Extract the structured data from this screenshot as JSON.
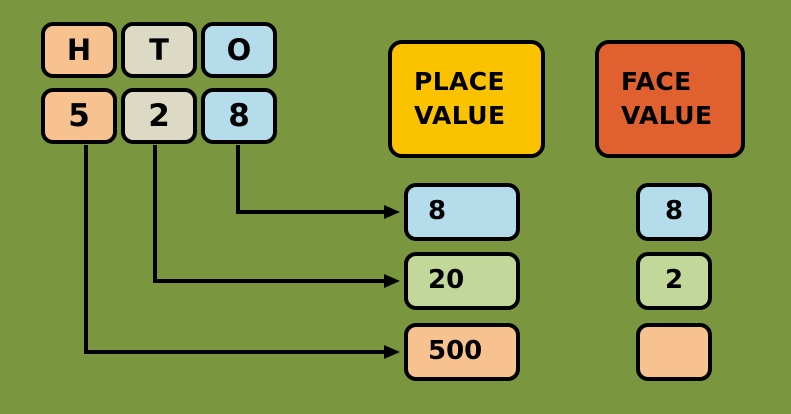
{
  "background_color": "#7a9740",
  "palette": {
    "peach": "#f7c190",
    "tan": "#dcd9c4",
    "blue": "#b5dcea",
    "green": "#c2d79a",
    "gold": "#fbc200",
    "orange": "#e06030",
    "outline": "#000000"
  },
  "number_table": {
    "headers": [
      {
        "label": "H",
        "color": "peach"
      },
      {
        "label": "T",
        "color": "tan"
      },
      {
        "label": "O",
        "color": "blue"
      }
    ],
    "digits": [
      {
        "label": "5",
        "color": "peach"
      },
      {
        "label": "2",
        "color": "tan"
      },
      {
        "label": "8",
        "color": "blue"
      }
    ]
  },
  "columns": {
    "place_value": {
      "title_line1": "PLACE",
      "title_line2": "VALUE",
      "color": "gold",
      "boxes": [
        {
          "label": "8",
          "color": "blue"
        },
        {
          "label": "20",
          "color": "green"
        },
        {
          "label": "500",
          "color": "peach"
        }
      ]
    },
    "face_value": {
      "title_line1": "FACE",
      "title_line2": "VALUE",
      "color": "orange",
      "boxes": [
        {
          "label": "8",
          "color": "blue"
        },
        {
          "label": "2",
          "color": "green"
        },
        {
          "label": "",
          "color": "peach"
        }
      ]
    }
  }
}
